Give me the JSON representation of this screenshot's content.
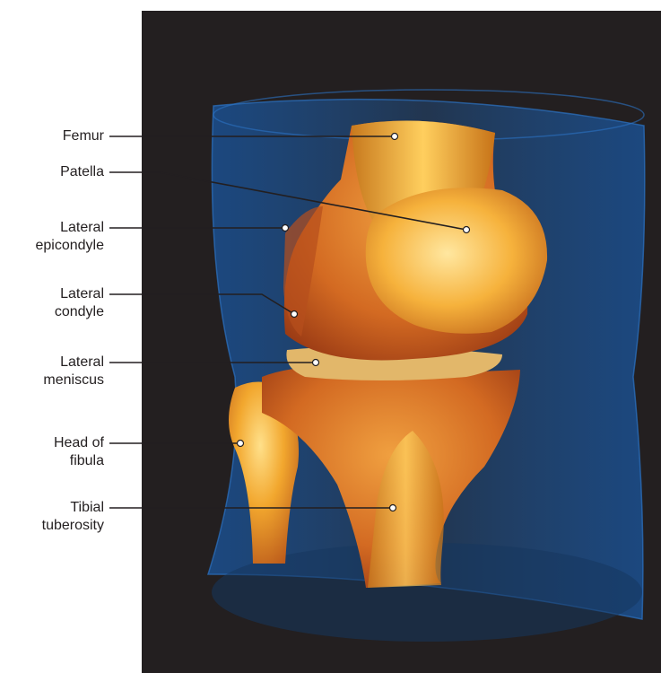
{
  "figure": {
    "background_color": "#231f20",
    "tissue_color": "#1f5fa8",
    "bone_color": "#e09020",
    "leader_color": "#231f20"
  },
  "labels": [
    {
      "id": "femur",
      "lines": [
        "Femur",
        ""
      ]
    },
    {
      "id": "patella",
      "lines": [
        "Patella",
        ""
      ]
    },
    {
      "id": "lateral-epicondyle",
      "lines": [
        "Lateral",
        "epicondyle"
      ]
    },
    {
      "id": "lateral-condyle",
      "lines": [
        "Lateral",
        "condyle"
      ]
    },
    {
      "id": "lateral-meniscus",
      "lines": [
        "Lateral",
        "meniscus"
      ]
    },
    {
      "id": "head-of-fibula",
      "lines": [
        "Head of",
        "fibula"
      ]
    },
    {
      "id": "tibial-tuberosity",
      "lines": [
        "Tibial",
        "tuberosity"
      ]
    }
  ]
}
